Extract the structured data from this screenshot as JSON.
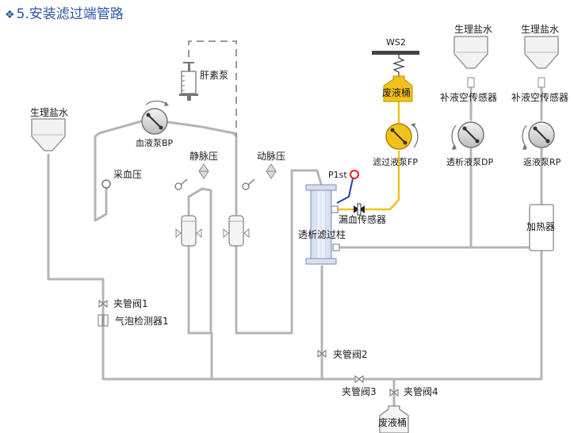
{
  "title": "5.安装滤过端管路",
  "title_bullet": "❖",
  "colors": {
    "tube": "#b4b4b4",
    "filtrate_line": "#f2c21a",
    "filtrate_pump": "#f2c21a",
    "title": "#2a56a8",
    "pressure_sensor": "#e02020",
    "sensor_wire": "#1f3fb0"
  },
  "labels": {
    "heparin_pump": "肝素泵",
    "saline_left": "生理盐水",
    "blood_pump": "血液泵BP",
    "sampling_pressure": "采血压",
    "venous_pressure": "静脉压",
    "arterial_pressure": "动脉压",
    "p1st": "P1st",
    "leak_sensor": "漏血传感器",
    "dialysis_filter": "透析滤过柱",
    "ws2": "WS2",
    "waste_bucket_top": "废液桶",
    "filtrate_pump": "滤过液泵FP",
    "saline_mid": "生理盐水",
    "saline_right": "生理盐水",
    "replacement_sensor_1": "补液空传感器",
    "replacement_sensor_2": "补液空传感器",
    "dialysate_pump": "透析液泵DP",
    "return_pump": "返液泵RP",
    "heater": "加热器",
    "clamp1": "夹管阀1",
    "bubble_detector": "气泡检测器1",
    "clamp2": "夹管阀2",
    "clamp3": "夹管阀3",
    "clamp4": "夹管阀4",
    "waste_bucket_bottom": "废液桶"
  }
}
